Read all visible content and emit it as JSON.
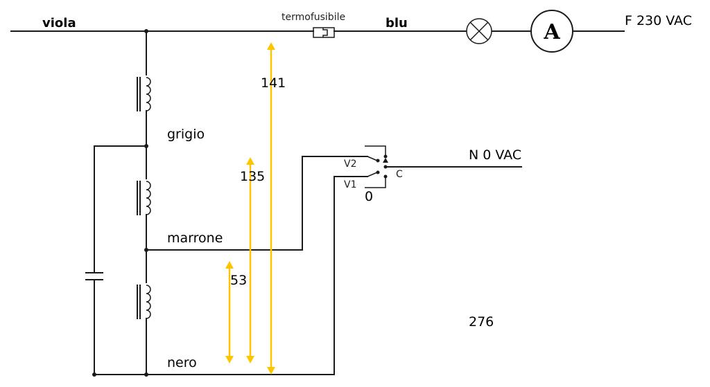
{
  "title": "Schema collegamento motore ventilatore a 3 velocità",
  "wires": {
    "top_left": "viola",
    "top_right": "blu",
    "mid_1": "grigio",
    "mid_2": "marrone",
    "bottom": "nero"
  },
  "components": {
    "fuse_label": "termofusibile",
    "ammeter_symbol": "A",
    "lamp_icon": "lamp-icon",
    "switch_v2": "V2",
    "switch_v1": "V1",
    "switch_common": "C",
    "switch_off": "0"
  },
  "supply": {
    "phase": "F 230 VAC",
    "neutral": "N 0 VAC"
  },
  "measurements": {
    "r1": "141",
    "r2": "135",
    "r3": "53",
    "total": "276"
  },
  "colors": {
    "wire": "#1a1a1a",
    "measure_arrow": "#ffc400",
    "background": "#ffffff"
  }
}
